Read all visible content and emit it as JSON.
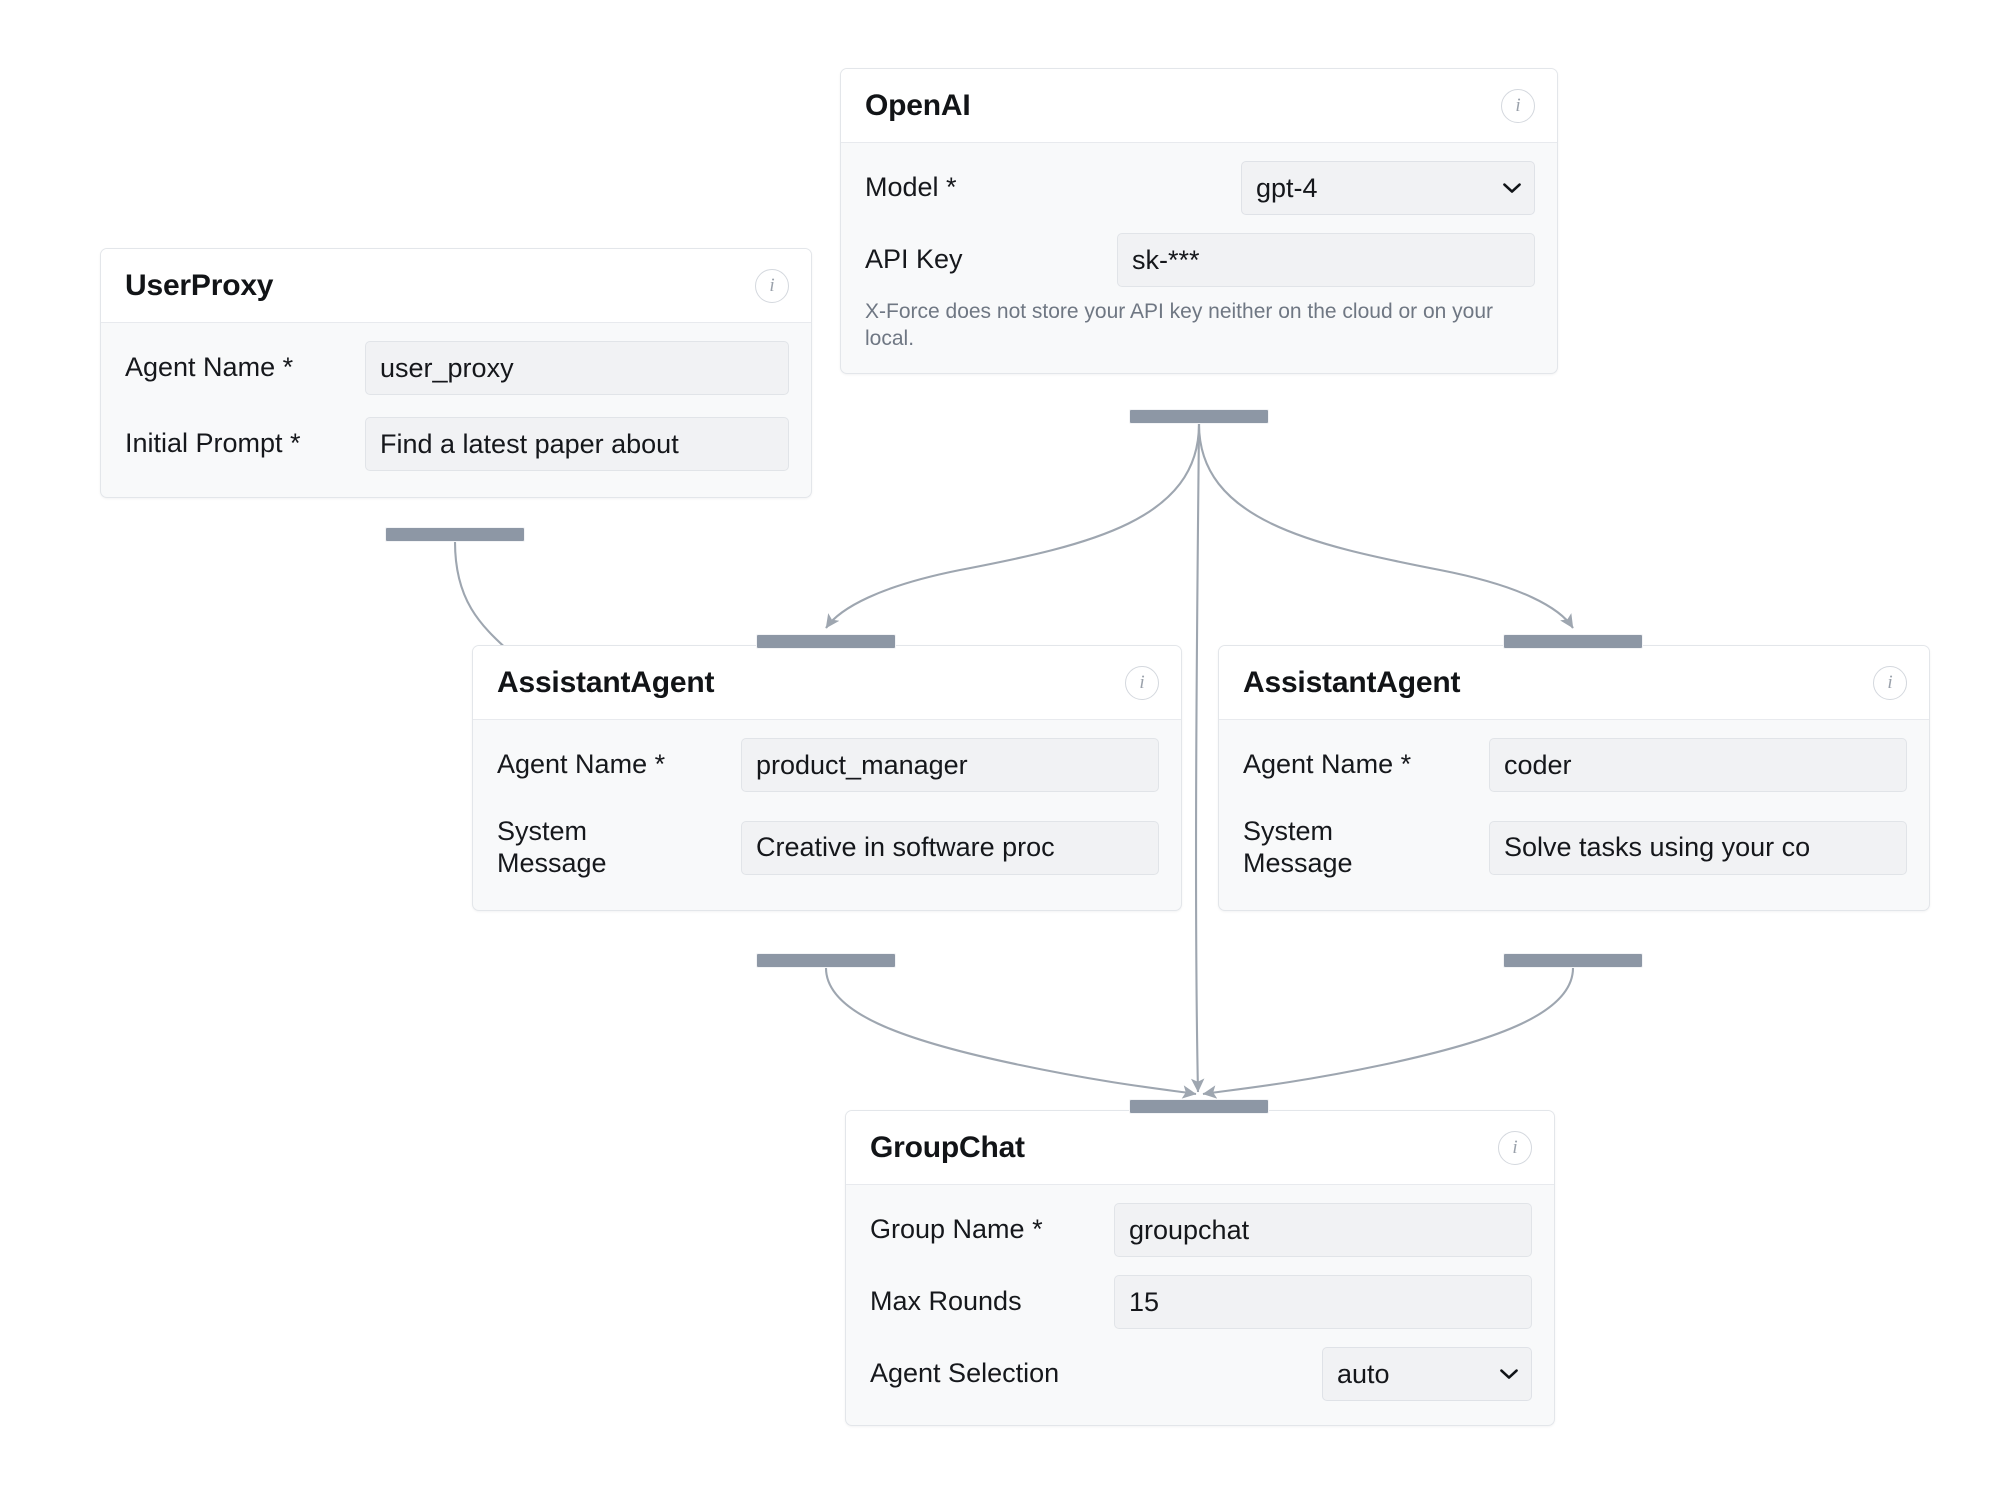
{
  "canvas": {
    "background": "#ffffff",
    "edge_color": "#9ea6b0",
    "handle_color": "#8d97a5",
    "accent_text": "#121417",
    "helper_text_color": "#6f7783"
  },
  "nodes": {
    "openai": {
      "title": "OpenAI",
      "info_glyph": "i",
      "fields": [
        {
          "label": "Model *",
          "type": "select",
          "value": "gpt-4"
        },
        {
          "label": "API Key",
          "type": "input",
          "value": "sk-***"
        }
      ],
      "helper": "X-Force does not store your API key neither on the cloud or on your local."
    },
    "userproxy": {
      "title": "UserProxy",
      "info_glyph": "i",
      "fields": [
        {
          "label": "Agent Name *",
          "type": "input",
          "value": "user_proxy"
        },
        {
          "label": "Initial Prompt *",
          "type": "input",
          "value": "Find a latest paper about"
        }
      ]
    },
    "assistant_pm": {
      "title": "AssistantAgent",
      "info_glyph": "i",
      "fields": [
        {
          "label": "Agent Name *",
          "type": "input",
          "value": "product_manager"
        },
        {
          "label": "System\nMessage",
          "type": "input",
          "value": "Creative in software proc"
        }
      ]
    },
    "assistant_coder": {
      "title": "AssistantAgent",
      "info_glyph": "i",
      "fields": [
        {
          "label": "Agent Name *",
          "type": "input",
          "value": "coder"
        },
        {
          "label": "System\nMessage",
          "type": "input",
          "value": "Solve tasks using your co"
        }
      ]
    },
    "groupchat": {
      "title": "GroupChat",
      "info_glyph": "i",
      "fields": [
        {
          "label": "Group Name *",
          "type": "input",
          "value": "groupchat"
        },
        {
          "label": "Max Rounds",
          "type": "input",
          "value": "15"
        },
        {
          "label": "Agent Selection",
          "type": "select",
          "value": "auto"
        }
      ]
    }
  },
  "edges": [
    {
      "from": "openai",
      "to": "assistant_pm"
    },
    {
      "from": "openai",
      "to": "assistant_coder"
    },
    {
      "from": "openai",
      "to": "groupchat"
    },
    {
      "from": "userproxy",
      "to": "assistant_pm"
    },
    {
      "from": "assistant_pm",
      "to": "groupchat"
    },
    {
      "from": "assistant_coder",
      "to": "groupchat"
    }
  ]
}
